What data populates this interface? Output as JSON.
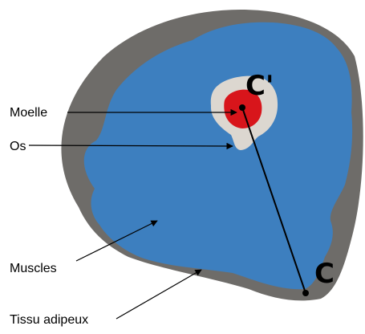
{
  "labels": {
    "marrow": "Moelle",
    "bone": "Os",
    "muscles": "Muscles",
    "fat": "Tissu adipeux"
  },
  "points": {
    "center": "C'",
    "edge": "C"
  },
  "colors": {
    "fat": "#6e6c69",
    "muscle": "#3d7fbf",
    "bone": "#dcd7d0",
    "marrow": "#d8151b",
    "ink": "#000000"
  }
}
